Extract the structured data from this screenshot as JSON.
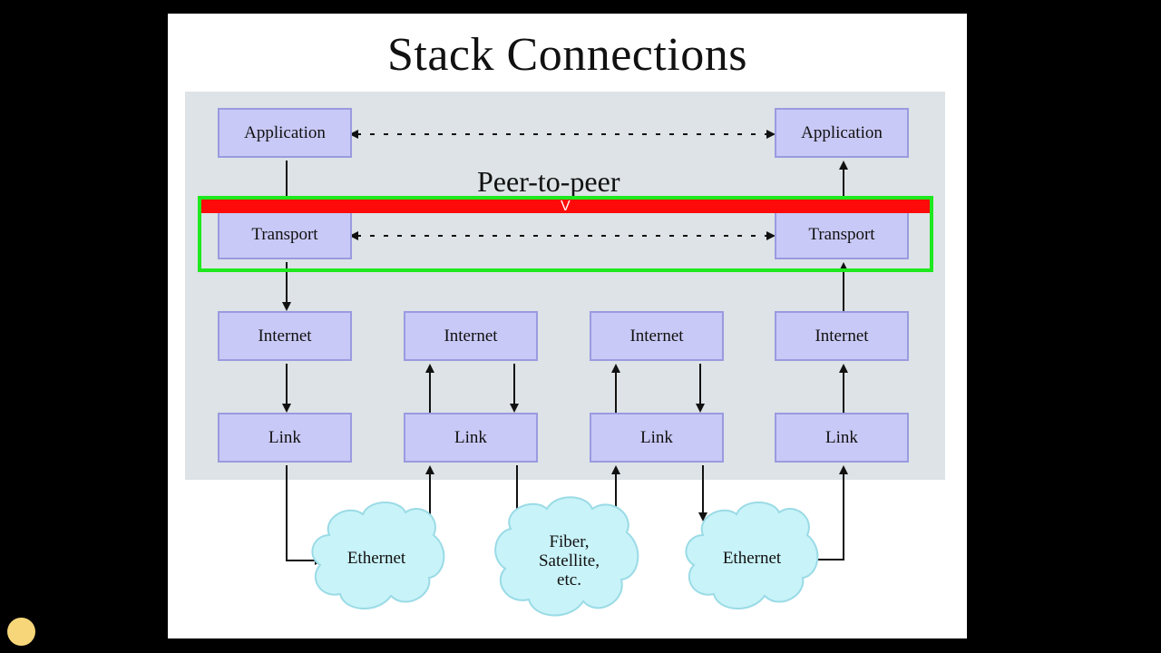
{
  "slide": {
    "title": "Stack Connections",
    "peer_label": "Peer-to-peer",
    "overlay_char": "V"
  },
  "stacks": [
    {
      "application": "Application",
      "transport": "Transport",
      "internet": "Internet",
      "link": "Link"
    },
    {
      "internet": "Internet",
      "link": "Link"
    },
    {
      "internet": "Internet",
      "link": "Link"
    },
    {
      "application": "Application",
      "transport": "Transport",
      "internet": "Internet",
      "link": "Link"
    }
  ],
  "clouds": [
    {
      "label": "Ethernet"
    },
    {
      "label_lines": [
        "Fiber,",
        "Satellite,",
        "etc."
      ]
    },
    {
      "label": "Ethernet"
    }
  ],
  "colors": {
    "box_fill": "#c9c9f7",
    "panel": "#dde3e6",
    "cloud": "#c8f3f8",
    "highlight_red": "#ff0a0a",
    "highlight_green": "#1ee81e"
  }
}
